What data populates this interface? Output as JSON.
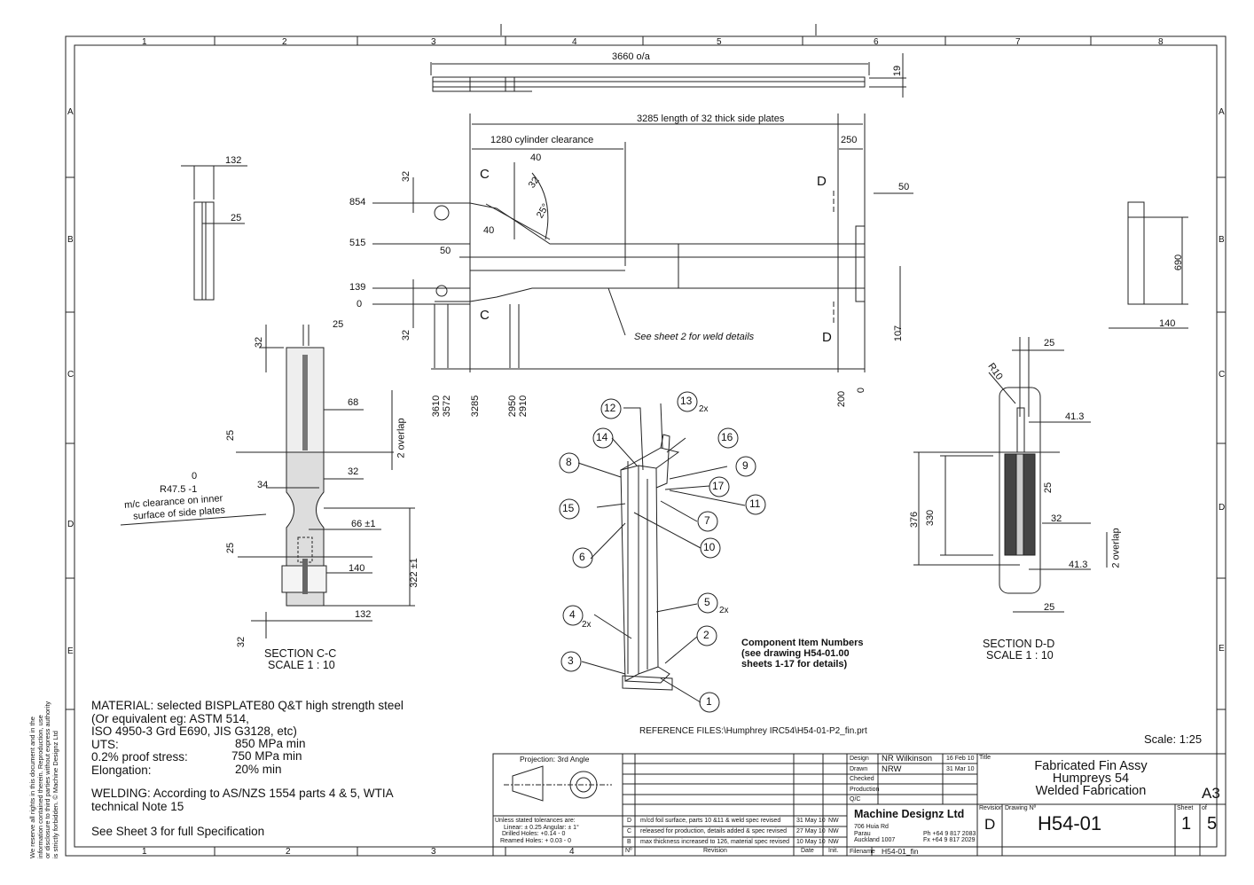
{
  "zones": {
    "top": [
      "1",
      "2",
      "3",
      "4",
      "5",
      "6",
      "7",
      "8"
    ],
    "bottom": [
      "1",
      "2",
      "3",
      "4"
    ],
    "side": [
      "A",
      "B",
      "C",
      "D",
      "E"
    ]
  },
  "top_view": {
    "overall": "3660 o/a",
    "height": "19"
  },
  "side_view": {
    "length": "3285 length of 32 thick side plates",
    "cylinder": "1280 cylinder clearance",
    "d250": "250",
    "d50r": "50",
    "d40a": "40",
    "d40b": "40",
    "d32a": "32",
    "angle": "25°",
    "d32b": "32",
    "d32c": "32",
    "d50l": "50",
    "y854": "854",
    "y515": "515",
    "y139": "139",
    "y0": "0",
    "d107": "107",
    "sec_c": "C",
    "sec_d": "D",
    "weld_note": "See sheet 2 for weld details",
    "xlabels": [
      "3610",
      "3572",
      "3285",
      "2950",
      "2910",
      "200",
      "0"
    ]
  },
  "left_view": {
    "w": "132",
    "d": "25"
  },
  "right_view": {
    "h": "690",
    "w": "140"
  },
  "section_cc": {
    "d25": "25",
    "d32t": "32",
    "d68": "68",
    "overlap": "2 overlap",
    "d25b": "25",
    "r_top": "0",
    "r_val": "R47.5 -1",
    "clear_1": "m/c clearance on inner",
    "clear_2": "surface of side plates",
    "d34": "34",
    "d32m": "32",
    "d66": "66 ±1",
    "d25c": "25",
    "d322": "322 ±1",
    "d140": "140",
    "d132": "132",
    "d32b": "32",
    "title": "SECTION C-C",
    "scale": "SCALE 1 : 10"
  },
  "section_dd": {
    "d25t": "25",
    "r10": "R10",
    "d41t": "41.3",
    "d376": "376",
    "d330": "330",
    "d25m": "25",
    "d32": "32",
    "overlap": "2 overlap",
    "d41b": "41.3",
    "d25b": "25",
    "title": "SECTION D-D",
    "scale": "SCALE 1 : 10"
  },
  "iso": {
    "balloons": [
      "12",
      "13",
      "14",
      "16",
      "8",
      "9",
      "17",
      "15",
      "11",
      "7",
      "10",
      "6",
      "5",
      "4",
      "2",
      "3",
      "1"
    ],
    "x2": "2x",
    "component_note": [
      "Component Item Numbers",
      "(see drawing H54-01.00",
      "sheets 1-17  for details)"
    ]
  },
  "material": [
    "MATERIAL: selected BISPLATE80 Q&T high strength steel",
    "(Or equivalent eg:   ASTM 514,",
    " ISO 4950-3 Grd E690, JIS G3128, etc)",
    "UTS:",
    "0.2% proof stress:",
    "Elongation:",
    "WELDING:  According to AS/NZS 1554 parts 4 & 5, WTIA",
    "technical Note 15",
    "See Sheet 3 for full Specification"
  ],
  "material_values": [
    "850 MPa min",
    "750 MPa min",
    "20%  min"
  ],
  "reference": "REFERENCE FILES:\\Humphrey IRC54\\H54-01-P2_fin.prt",
  "scale_label": "Scale:  1:25",
  "copyright": [
    "We reserve all rights in this document and in the",
    "information contained therein. Reproduction, use",
    "or disclosure to third parties without express authority",
    "is strictly forbidden. © Machine Designz Ltd"
  ],
  "title_block": {
    "projection": "Projection:   3rd Angle",
    "tolerances": [
      "Unless stated tolerances are:",
      "Linear:   ± 0.25        Angular:  ± 1°",
      "Drilled Holes: +0.14   - 0",
      "Reamed Holes: + 0.03   - 0"
    ],
    "revisions": [
      {
        "rev": "D",
        "desc": "m/cd foil surface, parts 10 &11 & weld spec revised",
        "date": "31 May 10",
        "init": "NW"
      },
      {
        "rev": "C",
        "desc": "released for production, details added & spec revised",
        "date": "27 May 10",
        "init": "NW"
      },
      {
        "rev": "B",
        "desc": "max thickness increased to 126, material spec revised",
        "date": "10 May 10",
        "init": "NW"
      }
    ],
    "rev_header": {
      "no": "Nº",
      "revision": "Revision",
      "date": "Date",
      "init": "Init."
    },
    "roles": [
      "Design",
      "Drawn",
      "Checked",
      "Production",
      "Q/C"
    ],
    "design_name": "NR Wilkinson",
    "design_date": "16 Feb 10",
    "drawn_name": "NRW",
    "drawn_date": "31 Mar 10",
    "company": "Machine Designz Ltd",
    "address": [
      "706 Huia Rd",
      "Parau",
      "Auckland 1007"
    ],
    "phone": "Ph +64 9 817 2083",
    "fax": "Fx +64 9 817 2029",
    "filename_label": "Filename",
    "filename": "H54-01_fin",
    "title_label": "Title",
    "title": [
      "Fabricated Fin Assy",
      "Humpreys 54",
      "Welded Fabrication"
    ],
    "size": "A3",
    "revision_label": "Revision",
    "revision": "D",
    "drawing_label": "Drawing Nº",
    "drawing_no": "H54-01",
    "sheet_label": "Sheet",
    "sheet": "1",
    "of_label": "of",
    "of": "5"
  }
}
